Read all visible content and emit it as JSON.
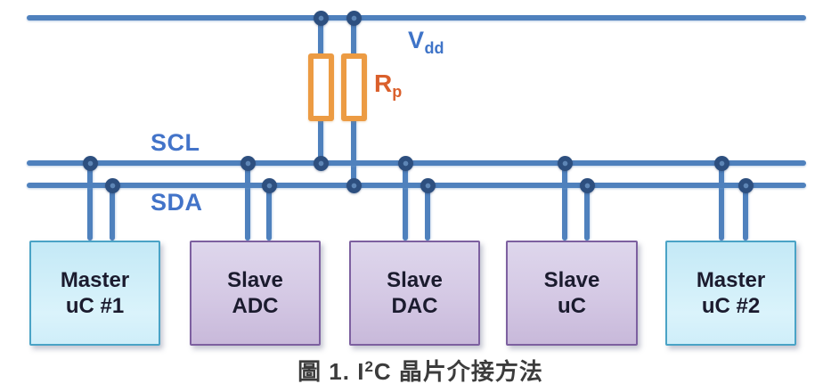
{
  "diagram": {
    "title_hint": "I2C bus wiring diagram",
    "labels": {
      "vdd": {
        "main": "V",
        "sub": "dd"
      },
      "rp": {
        "main": "R",
        "sub": "p"
      },
      "scl": "SCL",
      "sda": "SDA"
    },
    "devices": [
      {
        "role": "master",
        "line1": "Master",
        "line2": "uC #1"
      },
      {
        "role": "slave",
        "line1": "Slave",
        "line2": "ADC"
      },
      {
        "role": "slave",
        "line1": "Slave",
        "line2": "DAC"
      },
      {
        "role": "slave",
        "line1": "Slave",
        "line2": "uC"
      },
      {
        "role": "master",
        "line1": "Master",
        "line2": "uC #2"
      }
    ],
    "caption": {
      "prefix": "圖 1. I",
      "sup": "2",
      "suffix": "C 晶片介接方法"
    },
    "colors": {
      "bus_line": "#4f81bd",
      "junction_dot": "#2d4f7f",
      "resistor_outline": "#ec9b43",
      "rp_text": "#da5f2b",
      "net_label_text": "#4374c9",
      "master_box_fill": "#cdeef9",
      "master_box_border": "#4aa3c6",
      "slave_box_fill": "#d4c8e4",
      "slave_box_border": "#7d60a0",
      "caption_text": "#3c3c3c"
    }
  }
}
